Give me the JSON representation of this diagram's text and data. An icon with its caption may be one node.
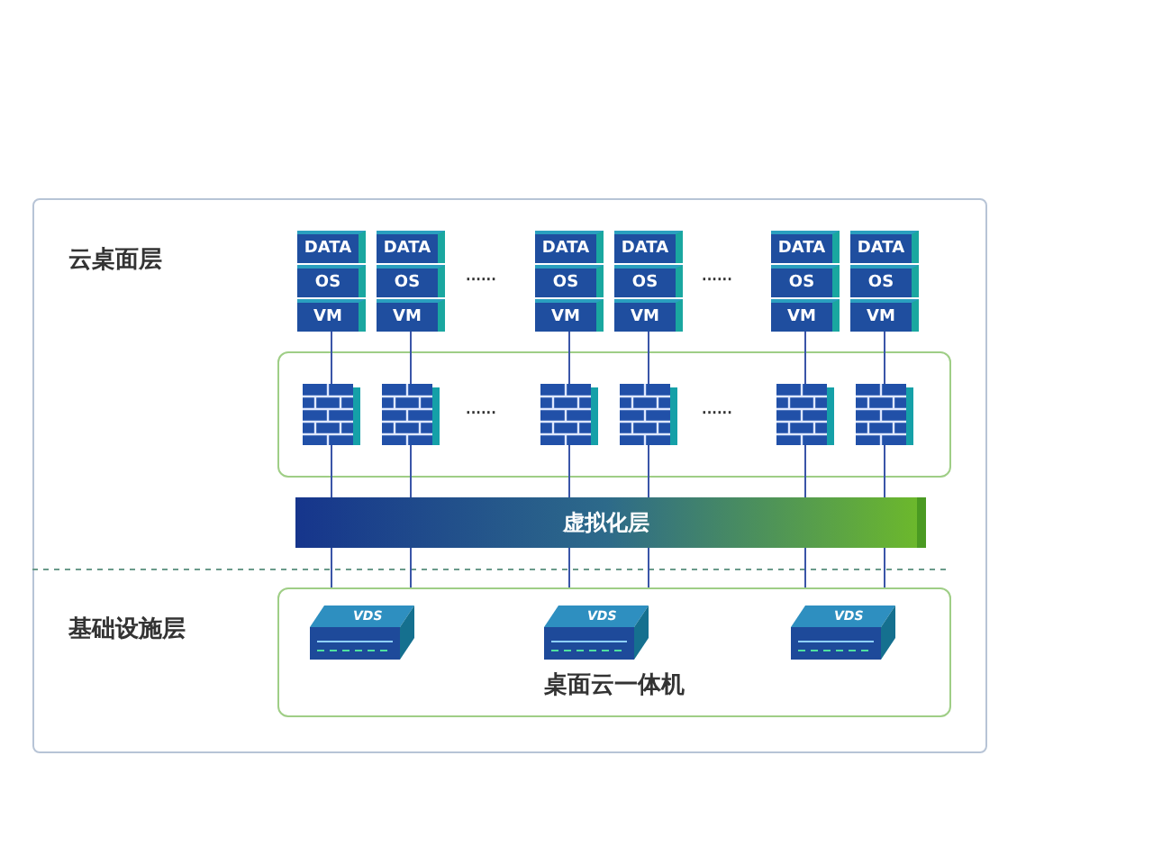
{
  "diagram": {
    "nodes": [
      {
        "text": [],
        "shape": "box"
      },
      {
        "text": [
          "DATA",
          "OS",
          "VM"
        ],
        "in": 0
      },
      {
        "text": [
          "DATA",
          "OS",
          "VM"
        ],
        "in": 0
      },
      {
        "text": [
          "DATA",
          "OS",
          "VM"
        ],
        "in": 0
      },
      {
        "text": [
          "DATA",
          "OS",
          "VM"
        ],
        "in": 0
      },
      {
        "text": [
          "DATA",
          "OS",
          "VM"
        ],
        "in": 0
      },
      {
        "text": [
          "DATA",
          "OS",
          "VM"
        ],
        "in": 0
      },
      {
        "text": [],
        "shape": "box",
        "in": 0
      },
      {
        "text": [],
        "shape": "picture",
        "in": 7
      },
      {
        "text": [],
        "shape": "picture",
        "in": 7
      },
      {
        "text": [],
        "shape": "picture",
        "in": 7
      },
      {
        "text": [],
        "shape": "picture",
        "in": 7
      },
      {
        "text": [],
        "shape": "picture",
        "in": 7
      },
      {
        "text": [],
        "shape": "picture",
        "in": 7
      },
      {
        "text": [
          "虚拟化层"
        ],
        "in": 0
      },
      {
        "text": [
          "桌面云一体机"
        ],
        "in": 0
      },
      {
        "text": [
          "VDS"
        ],
        "in": 15
      },
      {
        "text": [
          "VDS"
        ],
        "in": 15
      },
      {
        "text": [
          "VDS"
        ],
        "in": 15
      }
    ],
    "edges": [
      {
        "from": 1,
        "to": 8,
        "arrow": "none"
      },
      {
        "from": 2,
        "to": 9,
        "arrow": "none"
      },
      {
        "from": 3,
        "to": 10,
        "arrow": "none"
      },
      {
        "from": 4,
        "to": 11,
        "arrow": "none"
      },
      {
        "from": 5,
        "to": 12,
        "arrow": "none"
      },
      {
        "from": 6,
        "to": 13,
        "arrow": "none"
      },
      {
        "from": 8,
        "to": 14,
        "arrow": "none"
      },
      {
        "from": 9,
        "to": 14,
        "arrow": "none"
      },
      {
        "from": 10,
        "to": 14,
        "arrow": "none"
      },
      {
        "from": 11,
        "to": 14,
        "arrow": "none"
      },
      {
        "from": 12,
        "to": 14,
        "arrow": "none"
      },
      {
        "from": 13,
        "to": 14,
        "arrow": "none"
      },
      {
        "from": 14,
        "to": 15,
        "arrow": "none"
      },
      {
        "from": 14,
        "to": 15,
        "arrow": "none"
      },
      {
        "from": 14,
        "to": 15,
        "arrow": "none"
      },
      {
        "from": 14,
        "to": 15,
        "arrow": "none"
      },
      {
        "from": 14,
        "to": 15,
        "arrow": "none"
      },
      {
        "from": 14,
        "to": 15,
        "arrow": "none"
      }
    ],
    "labels": [
      "云桌面层",
      "······",
      "······",
      "······",
      "······",
      "基础设施层"
    ]
  }
}
